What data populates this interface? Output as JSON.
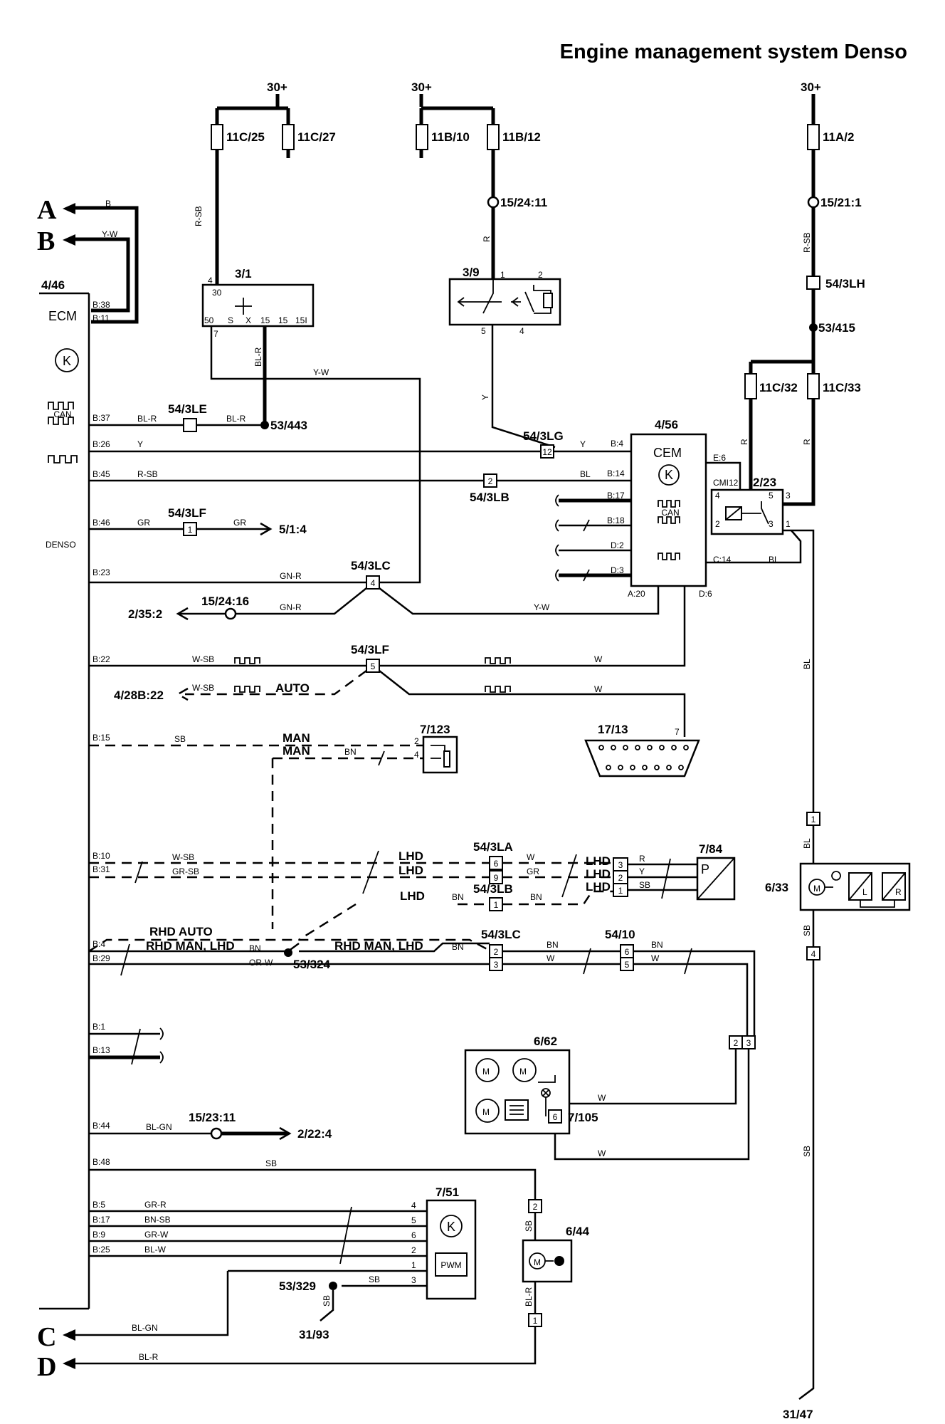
{
  "title": "Engine management system Denso",
  "outputs": {
    "A": "A",
    "B": "B",
    "C": "C",
    "D": "D"
  },
  "supply": {
    "s1": "30+",
    "s2": "30+",
    "s3": "30+"
  },
  "fuses": {
    "f1": "11C/25",
    "f2": "11C/27",
    "f3": "11B/10",
    "f4": "11B/12",
    "f5": "11A/2",
    "f6": "11C/32",
    "f7": "11C/33"
  },
  "nodes": {
    "n1": "15/24:11",
    "n2": "15/21:1",
    "n3": "53/415",
    "n4": "53/443",
    "n5": "15/24:16",
    "n6": "53/324",
    "n7": "15/23:11",
    "n8": "53/329"
  },
  "connectors": {
    "c1": "54/3LH",
    "c2": "54/3LE",
    "c3": "54/3LG",
    "c4": "54/3LB",
    "c5": "54/3LF",
    "c6": "54/3LC",
    "c7": "54/3LF",
    "c8": "54/3LA",
    "c9": "54/3LB",
    "c10": "54/3LC",
    "c11": "54/10"
  },
  "components": {
    "ecm_id": "4/46",
    "ecm_name": "ECM",
    "ecm_maker": "DENSO",
    "relay_id": "3/1",
    "switch_id": "3/9",
    "cem_id": "4/56",
    "cem_name": "CEM",
    "relay2_id": "2/23",
    "sensor_id": "7/123",
    "obd_id": "17/13",
    "pres_id": "7/84",
    "pres_letter": "P",
    "fan_id": "6/33",
    "climate_id": "6/62",
    "lamp_id": "7/105",
    "throttle_id": "7/51",
    "pwm": "PWM",
    "motor_id": "6/44",
    "can": "CAN",
    "k": "K",
    "cmi": "CMI12"
  },
  "refs": {
    "r1": "5/1:4",
    "r2": "2/35:2",
    "r3": "4/28B:22",
    "r4": "2/22:4",
    "g1": "31/93",
    "g2": "31/47"
  },
  "ecm_pins": {
    "b38": "B:38",
    "b11": "B:11",
    "b37": "B:37",
    "b26": "B:26",
    "b45": "B:45",
    "b46": "B:46",
    "b23": "B:23",
    "b22": "B:22",
    "b15": "B:15",
    "b10": "B:10",
    "b31": "B:31",
    "b4": "B:4",
    "b29": "B:29",
    "b1": "B:1",
    "b13": "B:13",
    "b44": "B:44",
    "b48": "B:48",
    "b5": "B:5",
    "b17": "B:17",
    "b9": "B:9",
    "b25": "B:25"
  },
  "cem_pins": {
    "b4": "B:4",
    "b14": "B:14",
    "b17": "B:17",
    "b18": "B:18",
    "d2": "D:2",
    "d3": "D:3",
    "a20": "A:20",
    "d6": "D:6",
    "e6": "E:6",
    "c14": "C:14"
  },
  "relay_terminals": {
    "t30": "30",
    "t50": "50",
    "tS": "S",
    "tX": "X",
    "t15a": "15",
    "t15b": "15",
    "t15i": "15I"
  },
  "pin_numbers": {
    "p1": "1",
    "p2": "2",
    "p3": "3",
    "p4": "4",
    "p5": "5",
    "p6": "6",
    "p7": "7",
    "p9": "9",
    "p12": "12"
  },
  "wire_colors": {
    "B": "B",
    "YW": "Y-W",
    "RSB": "R-SB",
    "R": "R",
    "BLR": "BL-R",
    "Y": "Y",
    "BL": "BL",
    "GR": "GR",
    "GNR": "GN-R",
    "WSB": "W-SB",
    "W": "W",
    "SB": "SB",
    "BN": "BN",
    "GRSB": "GR-SB",
    "ORW": "OR-W",
    "BLGN": "BL-GN",
    "GRR": "GR-R",
    "BNSB": "BN-SB",
    "GRW": "GR-W",
    "BLW": "BL-W"
  },
  "notes": {
    "auto": "AUTO",
    "man": "MAN",
    "lhd": "LHD",
    "rhd_auto": "RHD AUTO",
    "rhd_man_lhd": "RHD MAN, LHD"
  }
}
